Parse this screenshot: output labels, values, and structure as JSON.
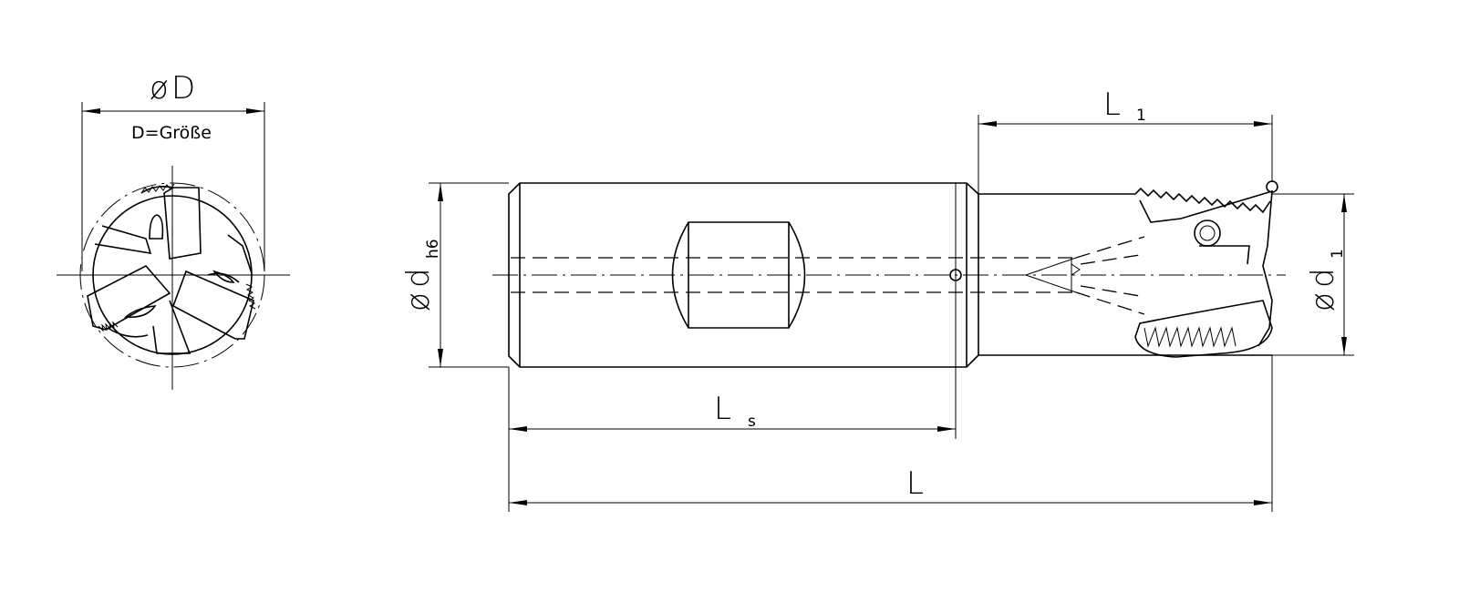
{
  "labels": {
    "end_view_diameter": {
      "symbol": "ø",
      "letter": "D"
    },
    "end_view_note": "D=Größe",
    "shank_diameter": {
      "symbol": "ø",
      "letter": "d",
      "tolerance": "h6"
    },
    "head_diameter": {
      "symbol": "ø",
      "letter": "d",
      "subscript": "1"
    },
    "head_length": {
      "letter": "L",
      "subscript": "1"
    },
    "shank_length": {
      "letter": "L",
      "subscript": "s"
    },
    "total_length": {
      "letter": "L"
    }
  }
}
